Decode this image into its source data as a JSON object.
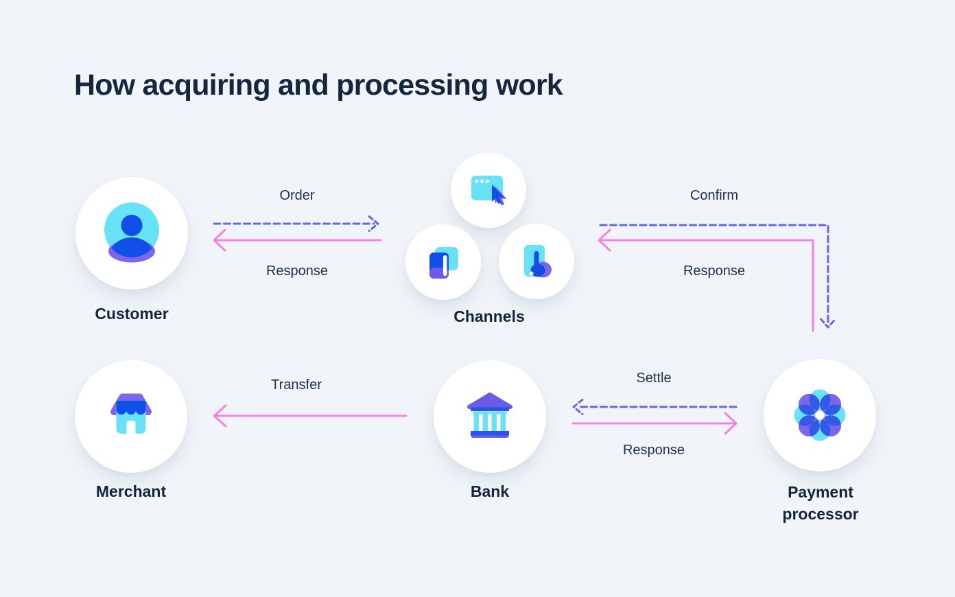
{
  "title": "How acquiring and processing work",
  "colors": {
    "bg": "#f1f5f9",
    "title": "#15273f",
    "label": "#15243d",
    "flow-label": "#1d2f4e",
    "node-bg": "#ffffff",
    "cyan": "#69e1f7",
    "blue": "#1150e8",
    "bank-blue": "#2b52ea",
    "purple": "#7b66ec",
    "purple-deep": "#6a5ce6",
    "line-purple": "#6467ec",
    "pink": "#f480e8"
  },
  "nodes": {
    "customer": {
      "label": "Customer",
      "icon": "user-avatar-icon"
    },
    "channels": {
      "label": "Channels",
      "icons": [
        "browser-window-cursor-icon",
        "credit-card-icon",
        "tap-phone-icon"
      ]
    },
    "merchant": {
      "label": "Merchant",
      "icon": "storefront-icon"
    },
    "bank": {
      "label": "Bank",
      "icon": "bank-building-icon"
    },
    "processor": {
      "label": "Payment processor",
      "icon": "flower-petals-icon"
    }
  },
  "flows": {
    "order": {
      "label": "Order",
      "from": "customer",
      "to": "channels",
      "style": "dashed-purple"
    },
    "response_to_customer": {
      "label": "Response",
      "from": "channels",
      "to": "customer",
      "style": "solid-pink"
    },
    "confirm": {
      "label": "Confirm",
      "from": "channels",
      "to": "processor",
      "style": "dashed-purple"
    },
    "response_to_channels": {
      "label": "Response",
      "from": "processor",
      "to": "channels",
      "style": "solid-pink"
    },
    "settle": {
      "label": "Settle",
      "from": "processor",
      "to": "bank",
      "style": "dashed-purple"
    },
    "response_to_processor": {
      "label": "Response",
      "from": "bank",
      "to": "processor",
      "style": "solid-pink"
    },
    "transfer": {
      "label": "Transfer",
      "from": "bank",
      "to": "merchant",
      "style": "solid-pink"
    }
  }
}
